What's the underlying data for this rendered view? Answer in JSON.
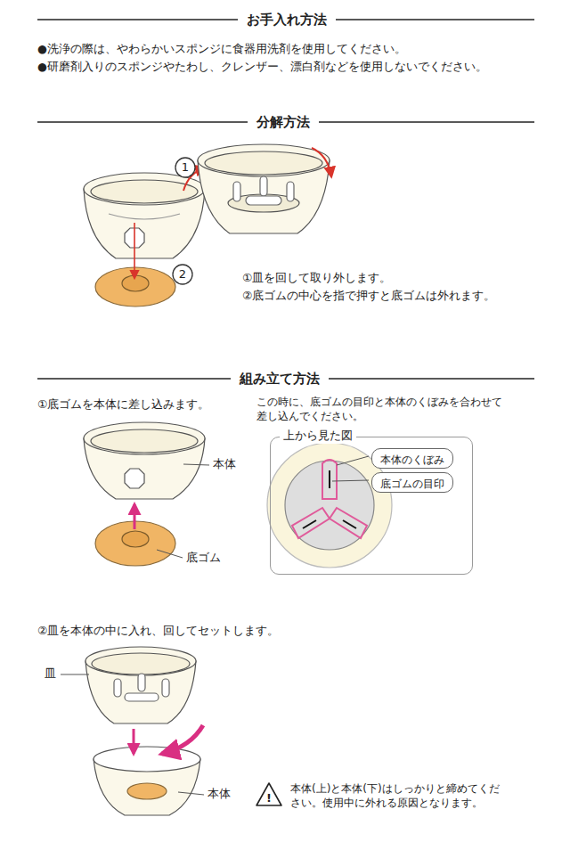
{
  "diagram": {
    "nodes": [
      {
        "text": [
          "上から見た図"
        ]
      },
      {
        "text": [
          "本体のくぼみ"
        ],
        "in": 0
      },
      {
        "text": [
          "底ゴムの目印"
        ],
        "in": 0
      }
    ],
    "labels": [
      "お手入れ方法",
      "●洗浄の際は、やわらかいスポンジに食器用洗剤を使用してください。",
      "●研磨剤入りのスポンジやたわし、クレンザー、漂白剤などを使用しないでください。",
      "分解方法",
      "1",
      "2",
      "①皿を回して取り外します。",
      "②底ゴムの中心を指で押すと底ゴムは外れます。",
      "組み立て方法",
      "①底ゴムを本体に差し込みます。",
      "この時に、底ゴムの目印と本体のくぼみを合わせて差し込んでください。",
      "本体",
      "底ゴム",
      "②皿を本体の中に入れ、回してセットします。",
      "皿",
      "本体",
      "!",
      "本体(上)と本体(下)はしっかりと締めてください。使用中に外れる原因となります。"
    ]
  }
}
